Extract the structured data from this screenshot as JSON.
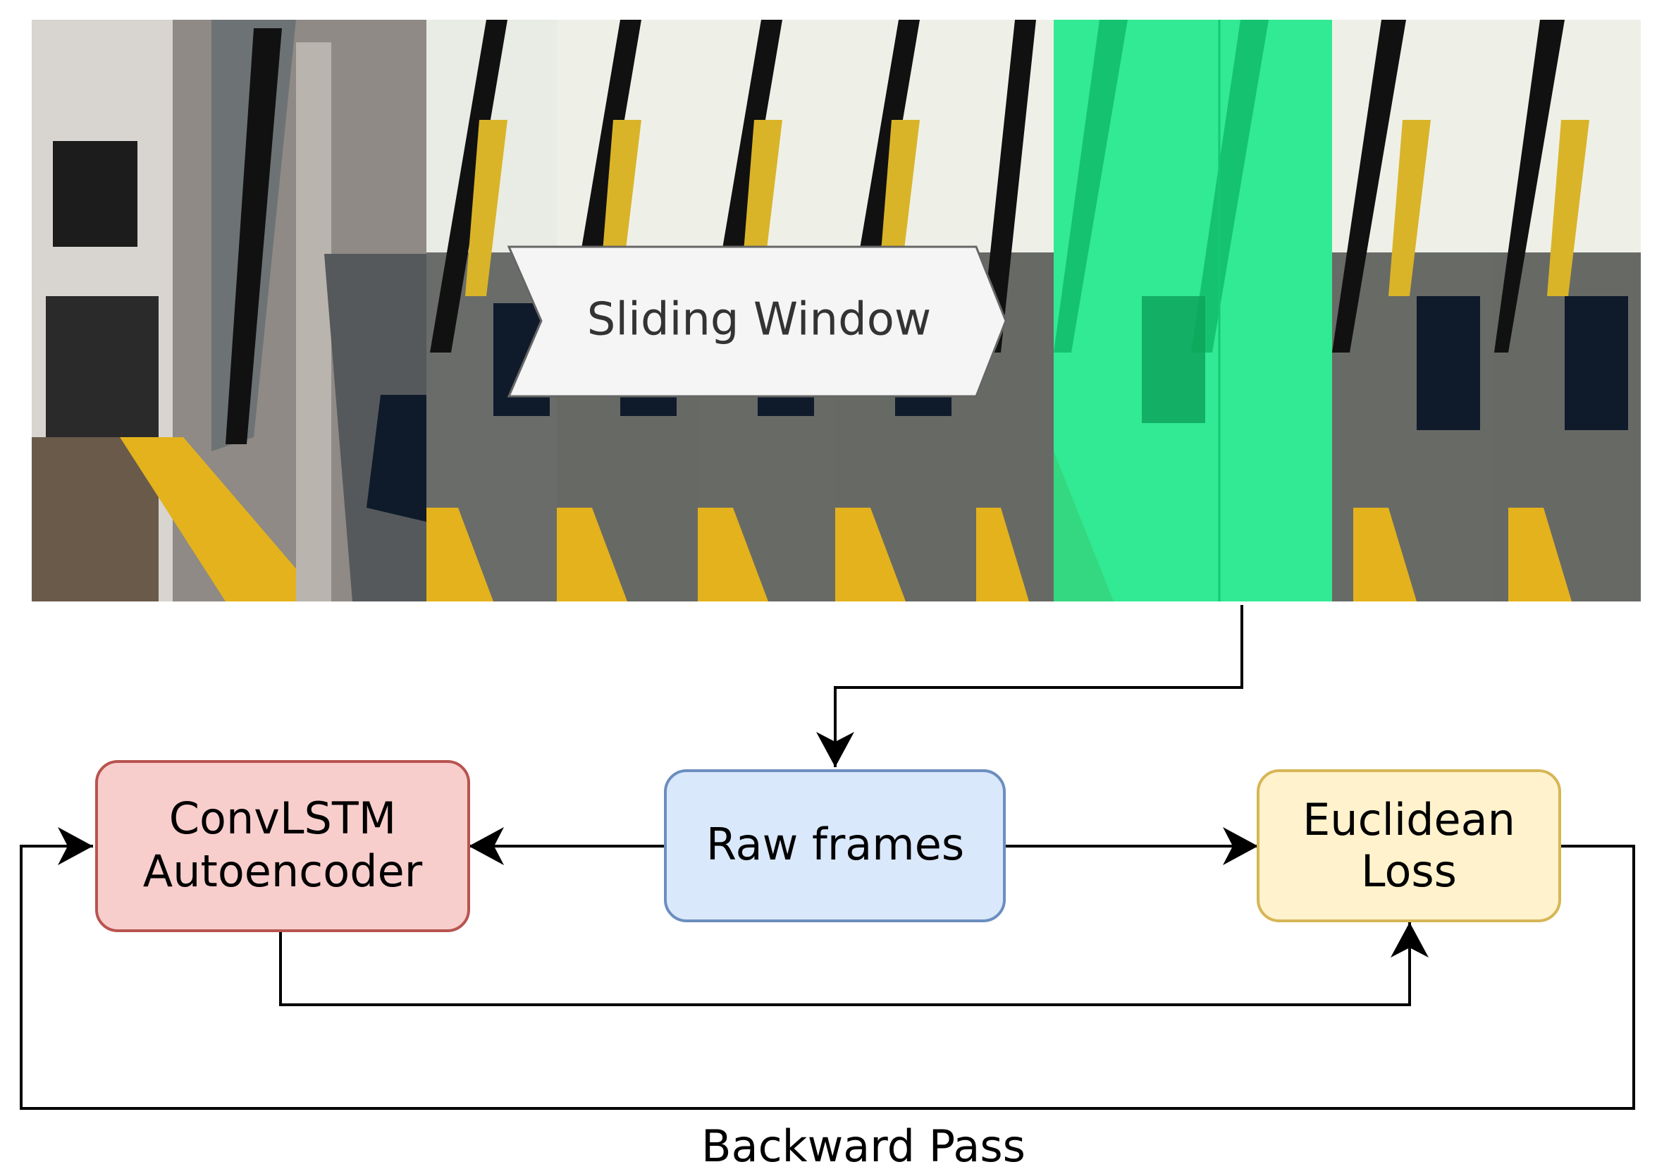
{
  "window_label": "Sliding Window",
  "nodes": {
    "autoencoder": {
      "line1": "ConvLSTM",
      "line2": "Autoencoder"
    },
    "raw_frames": {
      "label": "Raw frames"
    },
    "loss": {
      "line1": "Euclidean",
      "line2": "Loss"
    }
  },
  "backward_label": "Backward Pass",
  "colors": {
    "autoencoder_fill": "#f8cecc",
    "autoencoder_stroke": "#b85450",
    "raw_frames_fill": "#dae8fc",
    "raw_frames_stroke": "#6c8ebf",
    "loss_fill": "#fff2cc",
    "loss_stroke": "#d6b656",
    "window_fill": "#f5f5f5",
    "window_stroke": "#666666",
    "highlight": "#1fe88a"
  }
}
